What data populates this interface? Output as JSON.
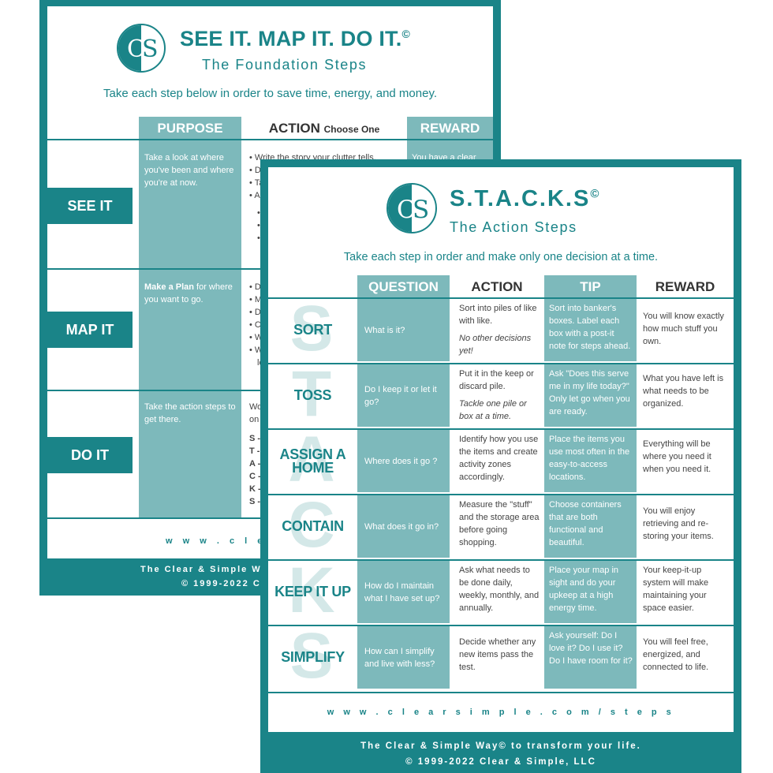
{
  "back": {
    "title": "SEE IT. MAP IT. DO IT.",
    "title_mark": "©",
    "subtitle": "The Foundation Steps",
    "intro": "Take each step below in order to save time, energy, and money.",
    "headers": {
      "purpose": "PURPOSE",
      "action": "ACTION",
      "action_note": "Choose One",
      "reward": "REWARD"
    },
    "steps": [
      {
        "label": "SEE IT",
        "purpose": "Take a look at where you've been and where you're at now.",
        "bullets": [
          "Write the story your clutter tells.",
          "Dr",
          "Ta",
          "Ar",
          "",
          "",
          ""
        ]
      },
      {
        "label": "MAP IT",
        "purpose_bold": "Make a Plan",
        "purpose": " for where you want to go.",
        "bullets": [
          "Do",
          "Ma",
          "Dr",
          "Cr",
          "W",
          "W",
          "lo"
        ]
      },
      {
        "label": "DO IT",
        "purpose": "Take the action steps to get there.",
        "bullets": [
          "Work",
          "on th",
          "",
          "S -",
          "T -",
          "A -",
          "C -",
          "K -",
          "S -"
        ]
      }
    ],
    "reward_first": "You have a clear",
    "url": "w w w . c l e a r s i",
    "footer_line1": "The Clear & Simple Wa",
    "footer_line2": "© 1999-2022 C"
  },
  "front": {
    "title": "S.T.A.C.K.S",
    "title_mark": "©",
    "subtitle": "The Action Steps",
    "intro": "Take each step in order and make only one decision at a time.",
    "headers": {
      "question": "QUESTION",
      "action": "ACTION",
      "tip": "TIP",
      "reward": "REWARD"
    },
    "rows": [
      {
        "letter": "S",
        "label": "SORT",
        "question": "What is it?",
        "action": "Sort into piles of like with like.",
        "action_note": "No other decisions yet!",
        "tip": "Sort into banker's boxes. Label each box with a post-it note for steps ahead.",
        "reward": "You will know exactly how much stuff you own."
      },
      {
        "letter": "T",
        "label": "TOSS",
        "question": "Do I keep it or let it go?",
        "action": "Put it in the keep or discard pile.",
        "action_note": "Tackle one pile or box at a time.",
        "tip": "Ask \"Does this serve me in my life today?\" Only let go when you are ready.",
        "reward": "What you have left is what needs to be organized."
      },
      {
        "letter": "A",
        "label": "ASSIGN A HOME",
        "question": "Where does it go ?",
        "action": "Identify how you use the items and create activity zones accordingly.",
        "action_note": "",
        "tip": "Place the items you use most often in the easy-to-access locations.",
        "reward": "Everything will be where you need it when you need it."
      },
      {
        "letter": "C",
        "label": "CONTAIN",
        "question": "What does it go in?",
        "action": "Measure the \"stuff\" and the storage area before going shopping.",
        "action_note": "",
        "tip": "Choose containers that are both functional and beautiful.",
        "reward": "You will enjoy retrieving and re-storing your items."
      },
      {
        "letter": "K",
        "label": "KEEP IT UP",
        "question": "How do I maintain what I have set up?",
        "action": "Ask what needs to be done daily, weekly, monthly, and annually.",
        "action_note": "",
        "tip": "Place your map in sight and do your upkeep at a high energy time.",
        "reward": "Your keep-it-up system will make maintaining your space easier."
      },
      {
        "letter": "S",
        "label": "SIMPLIFY",
        "question": "How can I simplify and live with less?",
        "action": "Decide whether any new items pass the test.",
        "action_note": "",
        "tip": "Ask yourself: Do I love it? Do I use it? Do I have room for it?",
        "reward": "You will feel free, energized, and connected to life."
      }
    ],
    "url": "w w w . c l e a r s i m p l e . c o m / s t e p s",
    "footer_line1": "The Clear & Simple Way© to transform your life.",
    "footer_line2": "© 1999-2022 Clear & Simple, LLC"
  }
}
